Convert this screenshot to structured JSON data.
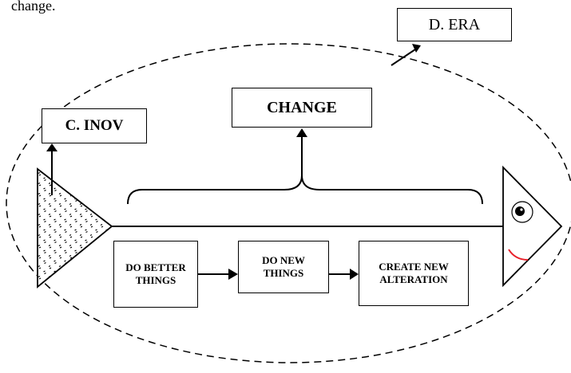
{
  "caption": {
    "fragment": "change."
  },
  "labels": {
    "era": "D. ERA",
    "change": "CHANGE",
    "inov": "C. INOV",
    "steps": [
      "DO BETTER THINGS",
      "DO NEW THINGS",
      "CREATE NEW ALTERATION"
    ]
  },
  "colors": {
    "lines": "#000000",
    "smile": "#e8202a",
    "background": "#ffffff"
  }
}
